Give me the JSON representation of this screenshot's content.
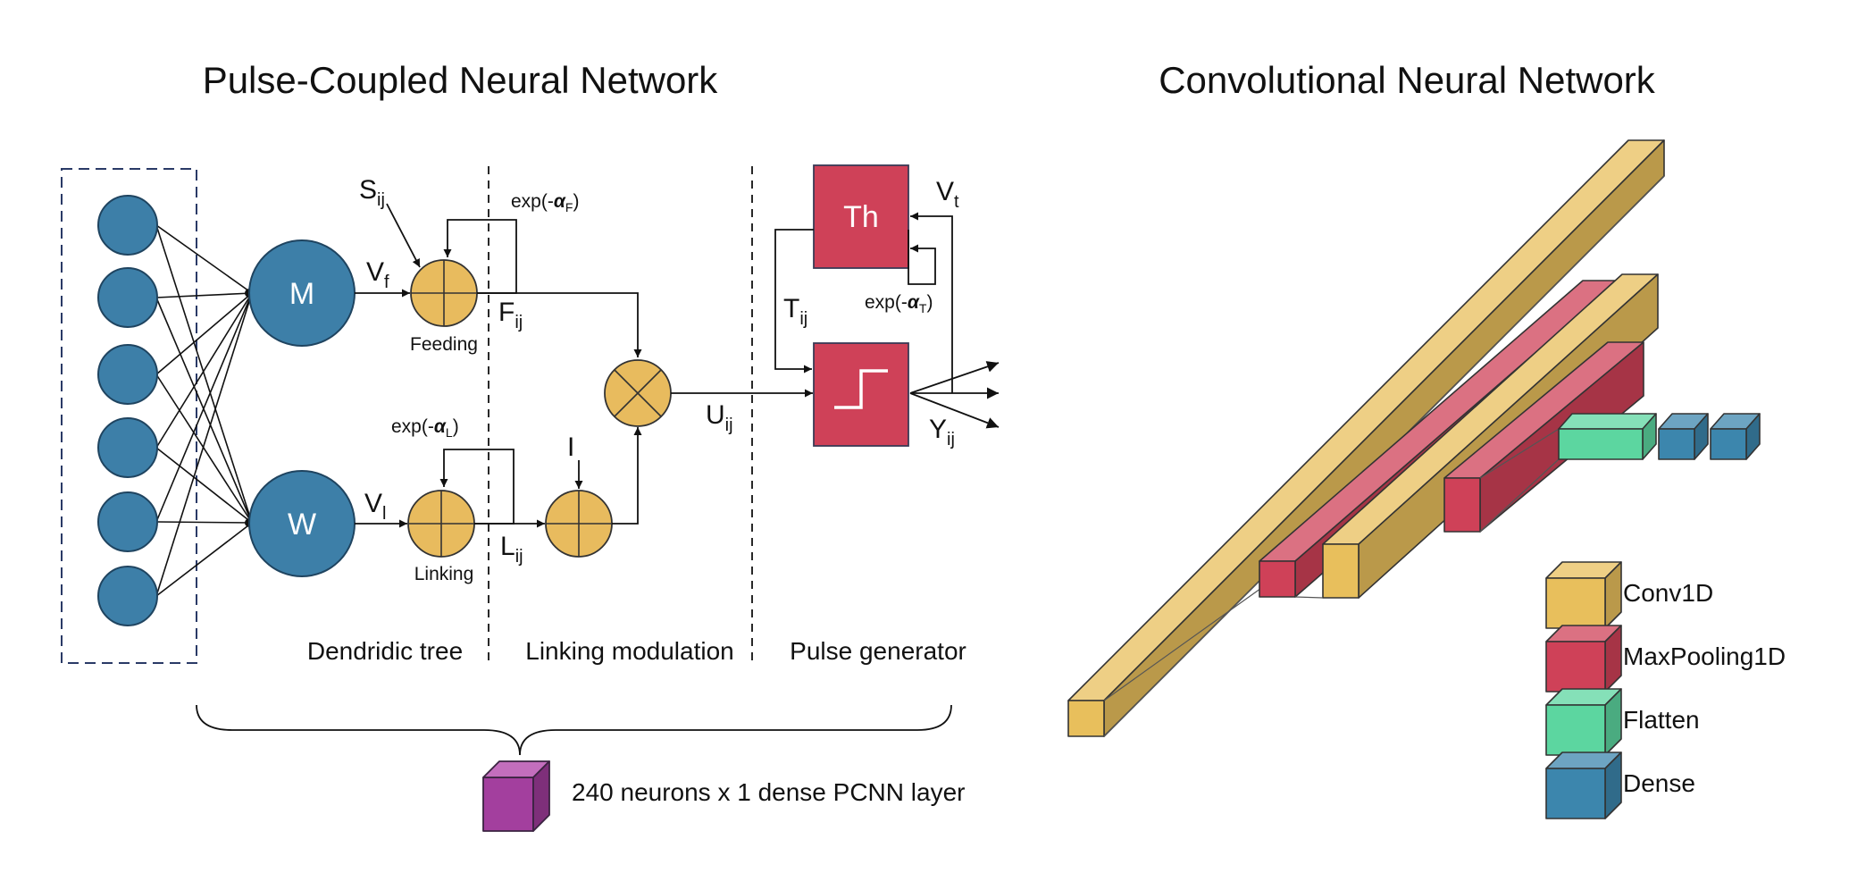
{
  "titles": {
    "pcnn": "Pulse-Coupled Neural Network",
    "cnn": "Convolutional Neural Network"
  },
  "pcnn": {
    "nodes": {
      "m": "M",
      "w": "W",
      "th": "Th",
      "feeding": "Feeding",
      "linking": "Linking"
    },
    "symbols": {
      "s": {
        "base": "S",
        "sub": "ij"
      },
      "vf": {
        "base": "V",
        "sub": "f"
      },
      "fij": {
        "base": "F",
        "sub": "ij"
      },
      "vl": {
        "base": "V",
        "sub": "l"
      },
      "lij": {
        "base": "L",
        "sub": "ij"
      },
      "i": {
        "base": "I",
        "sub": ""
      },
      "uij": {
        "base": "U",
        "sub": "ij"
      },
      "tij": {
        "base": "T",
        "sub": "ij"
      },
      "vt": {
        "base": "V",
        "sub": "t"
      },
      "yij": {
        "base": "Y",
        "sub": "ij"
      }
    },
    "decays": {
      "f": {
        "prefix": "exp(-",
        "alpha": "α",
        "sub": "F",
        "suffix": ")"
      },
      "l": {
        "prefix": "exp(-",
        "alpha": "α",
        "sub": "L",
        "suffix": ")"
      },
      "t": {
        "prefix": "exp(-",
        "alpha": "α",
        "sub": "T",
        "suffix": ")"
      }
    },
    "stages": [
      "Dendridic tree",
      "Linking modulation",
      "Pulse generator"
    ],
    "layer_caption": "240 neurons x 1 dense PCNN layer"
  },
  "cnn": {
    "legend": [
      {
        "label": "Conv1D",
        "color": "#e8bf5c"
      },
      {
        "label": "MaxPooling1D",
        "color": "#cf4158"
      },
      {
        "label": "Flatten",
        "color": "#5cd6a0"
      },
      {
        "label": "Dense",
        "color": "#3c86ad"
      }
    ]
  },
  "colors": {
    "neuron": "#3d7fa8",
    "adder": "#e8bb5e",
    "block": "#cf4158",
    "pcnn_cube": "#a33f9e",
    "line": "#111111"
  }
}
